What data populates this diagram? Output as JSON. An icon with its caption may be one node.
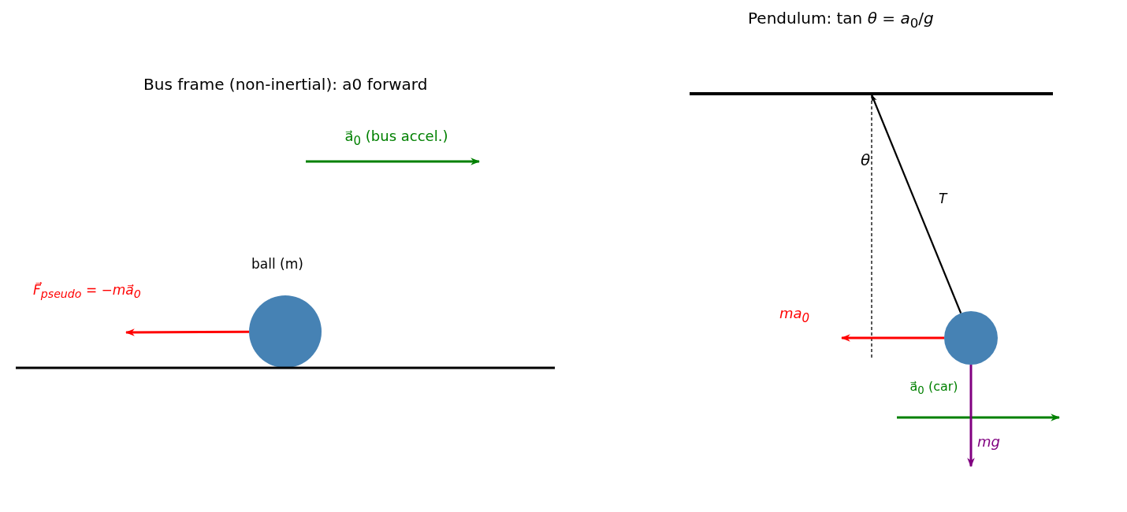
{
  "diagram": {
    "nodes": [
      {
        "text": [],
        "shape": "circle",
        "beside": [
          "ball (m)"
        ]
      },
      {
        "text": [],
        "shape": "bar"
      },
      {
        "text": [],
        "shape": "circle"
      }
    ],
    "edges": [
      {
        "from": 0,
        "to": null,
        "arrow": "to",
        "label": "F⃗$_{pseudo}$ = −ma⃗$_{0}$",
        "color": "#ff0000"
      },
      {
        "from": 2,
        "to": 1,
        "arrow": "to",
        "label": "T",
        "color": "#000000"
      },
      {
        "from": 2,
        "to": null,
        "arrow": "to",
        "label": "ma$_{0}$",
        "color": "#ff0000"
      },
      {
        "from": 2,
        "to": null,
        "arrow": "to",
        "label": "mg",
        "color": "#800080"
      }
    ],
    "labels": [
      "Pendulum: tan *θ* = *a*$_{0}$/*g*",
      "Bus frame (non-inertial): a0 forward",
      "a⃗$_{0}$ (bus accel.)",
      "θ",
      "a⃗$_{0}$ (car)"
    ]
  }
}
